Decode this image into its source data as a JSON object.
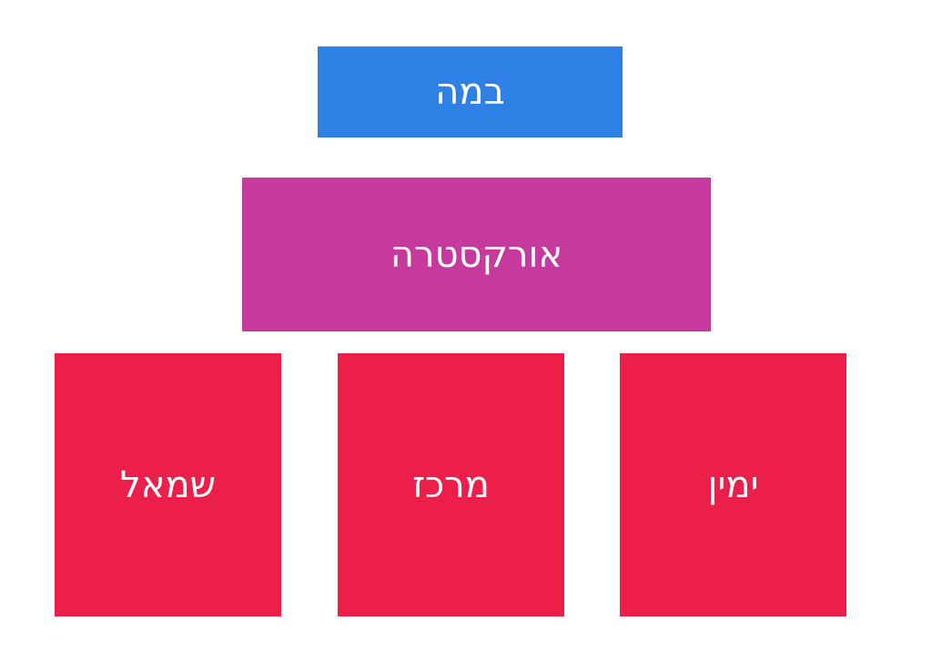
{
  "stage": {
    "label": "במה",
    "color": "#2f80e4"
  },
  "orchestra": {
    "label": "אורקסטרה",
    "color": "#c63a9e"
  },
  "sections": {
    "left": {
      "label": "שמאל",
      "color": "#ec1f4b"
    },
    "center": {
      "label": "מרכז",
      "color": "#ec1f4b"
    },
    "right": {
      "label": "ימין",
      "color": "#ec1f4b"
    }
  }
}
